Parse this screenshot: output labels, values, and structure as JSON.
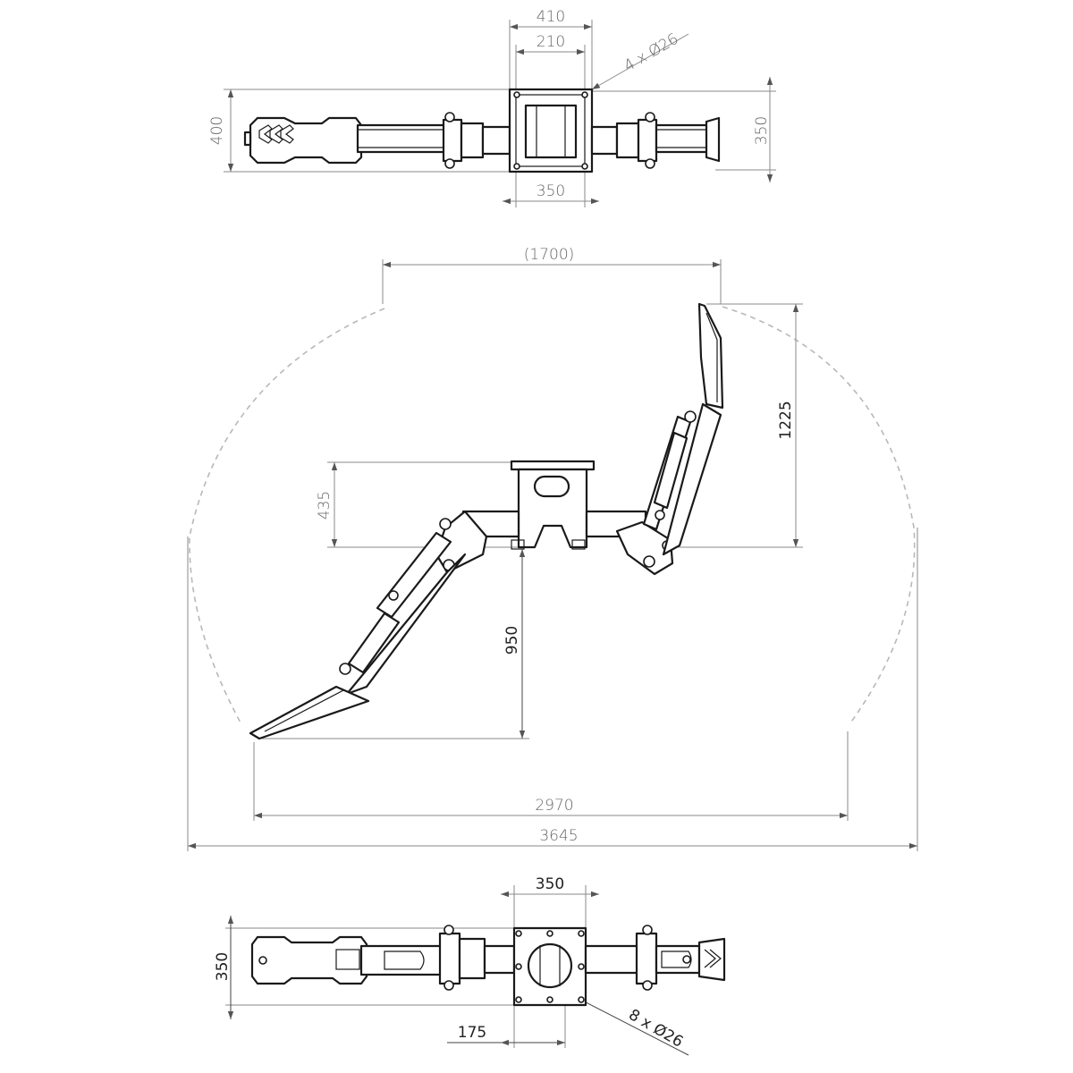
{
  "top_view": {
    "dim_plate_outer": "410",
    "dim_plate_inner": "210",
    "dim_holes_note": "4 x Ø26",
    "dim_height_left": "400",
    "dim_height_right": "350",
    "dim_bottom_width": "350"
  },
  "plan_view": {
    "dim_top_span": "(1700)",
    "dim_right_depth": "1225",
    "dim_left_offset": "435",
    "dim_center_depth": "950",
    "dim_tip_span": "2970",
    "dim_overall_span": "3645"
  },
  "bottom_view": {
    "dim_plate_width": "350",
    "dim_height": "350",
    "dim_offset": "175",
    "dim_holes_note": "8 x Ø26"
  }
}
